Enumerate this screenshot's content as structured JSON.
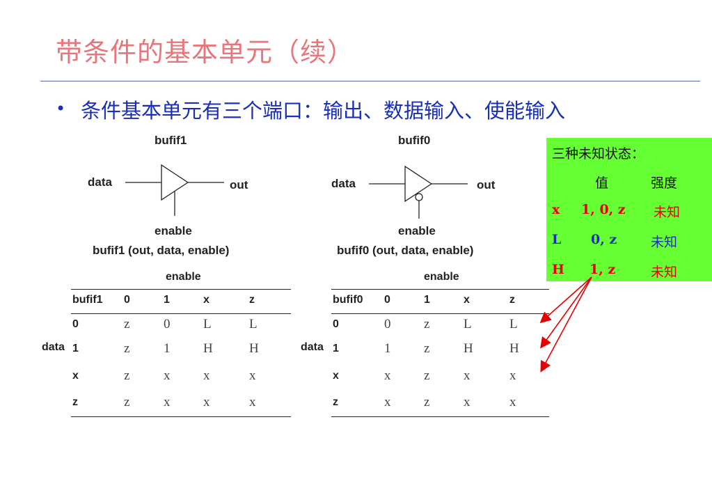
{
  "slide": {
    "title": "带条件的基本单元（续）",
    "bullet": "条件基本单元有三个端口：输出、数据输入、使能输入"
  },
  "left": {
    "gate_name": "bufif1",
    "data_label": "data",
    "out_label": "out",
    "enable_label": "enable",
    "signature": "bufif1 (out, data, enable)",
    "table_enable_header": "enable",
    "table_row_header": "data",
    "columns": [
      "bufif1",
      "0",
      "1",
      "x",
      "z"
    ],
    "rows": [
      {
        "key": "0",
        "cells": [
          "z",
          "0",
          "L",
          "L"
        ]
      },
      {
        "key": "1",
        "cells": [
          "z",
          "1",
          "H",
          "H"
        ]
      },
      {
        "key": "x",
        "cells": [
          "z",
          "x",
          "x",
          "x"
        ]
      },
      {
        "key": "z",
        "cells": [
          "z",
          "x",
          "x",
          "x"
        ]
      }
    ]
  },
  "right": {
    "gate_name": "bufif0",
    "data_label": "data",
    "out_label": "out",
    "enable_label": "enable",
    "signature": "bufif0 (out, data, enable)",
    "table_enable_header": "enable",
    "table_row_header": "data",
    "columns": [
      "bufif0",
      "0",
      "1",
      "x",
      "z"
    ],
    "rows": [
      {
        "key": "0",
        "cells": [
          "0",
          "z",
          "L",
          "L"
        ]
      },
      {
        "key": "1",
        "cells": [
          "1",
          "z",
          "H",
          "H"
        ]
      },
      {
        "key": "x",
        "cells": [
          "x",
          "z",
          "x",
          "x"
        ]
      },
      {
        "key": "z",
        "cells": [
          "x",
          "z",
          "x",
          "x"
        ]
      }
    ]
  },
  "legend": {
    "title": "三种未知状态：",
    "head_value": "值",
    "head_strength": "强度",
    "items": [
      {
        "sym": "x",
        "value": "1, 0, z",
        "strength": "未知"
      },
      {
        "sym": "L",
        "value": "0, z",
        "strength": "未知"
      },
      {
        "sym": "H",
        "value": "1, z",
        "strength": "未知"
      }
    ]
  },
  "colors": {
    "title": "#e8777c",
    "bullet": "#1a2fb8",
    "legend_bg": "#66ff33",
    "red": "#e60000",
    "arrow": "#e60000"
  }
}
